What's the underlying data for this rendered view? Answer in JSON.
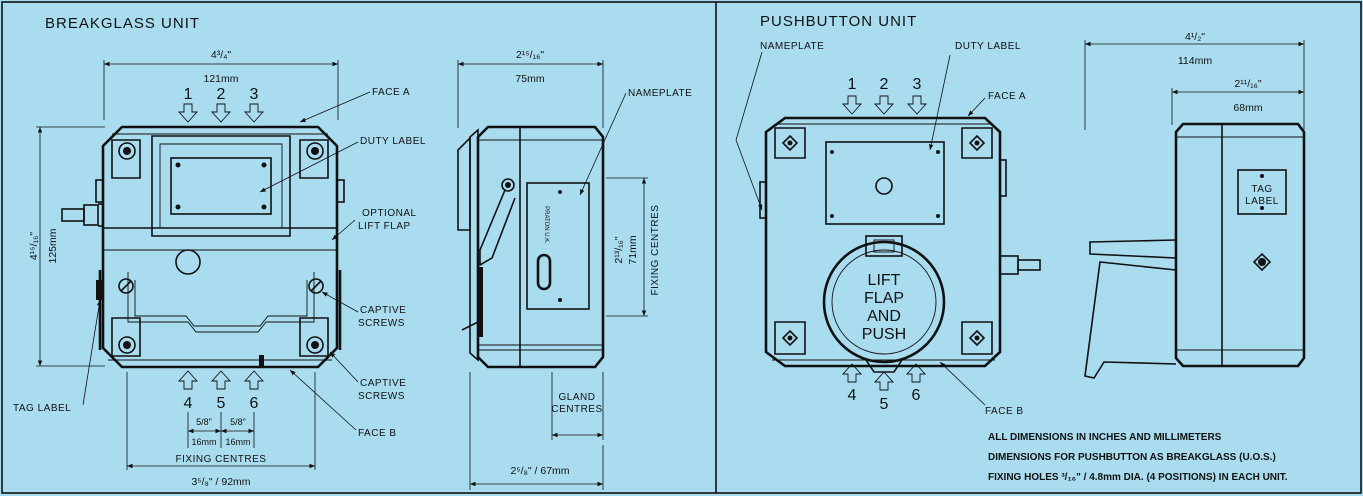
{
  "left_panel": {
    "title": "BREAKGLASS UNIT",
    "width_in": "4³/₄\"",
    "width_mm": "121mm",
    "height_in": "4¹⁵/₁₆\"",
    "height_mm": "125mm",
    "top_numbers": [
      "1",
      "2",
      "3"
    ],
    "bottom_numbers": [
      "4",
      "5",
      "6"
    ],
    "face_a": "FACE A",
    "duty_label": "DUTY LABEL",
    "optional_lift_flap_1": "OPTIONAL",
    "optional_lift_flap_2": "LIFT FLAP",
    "captive_screws_1a": "CAPTIVE",
    "captive_screws_1b": "SCREWS",
    "captive_screws_2a": "CAPTIVE",
    "captive_screws_2b": "SCREWS",
    "tag_label": "TAG LABEL",
    "face_b": "FACE B",
    "spacing_in": "5/8\"",
    "spacing_mm": "16mm",
    "fixing_centres": "FIXING CENTRES",
    "fixing_dim": "3⁵/₈\" / 92mm"
  },
  "side_view": {
    "depth_in": "2¹⁵/₁₆\"",
    "depth_mm": "75mm",
    "nameplate": "NAMEPLATE",
    "nameplate_text": "PRATON U.K.",
    "fixing_in": "2¹³/₁₆\"",
    "fixing_mm": "71mm",
    "fixing_centres": "FIXING CENTRES",
    "gland_1": "GLAND",
    "gland_2": "CENTRES",
    "bottom_dim": "2⁵/₈\" / 67mm"
  },
  "right_panel": {
    "title": "PUSHBUTTON UNIT",
    "nameplate": "NAMEPLATE",
    "duty_label": "DUTY LABEL",
    "face_a": "FACE A",
    "face_b": "FACE B",
    "top_numbers": [
      "1",
      "2",
      "3"
    ],
    "bottom_numbers": [
      "4",
      "5",
      "6"
    ],
    "flap_text": [
      "LIFT",
      "FLAP",
      "AND",
      "PUSH"
    ],
    "width_in": "4¹/₂\"",
    "width_mm": "114mm",
    "depth_in": "2¹¹/₁₆\"",
    "depth_mm": "68mm",
    "tag_1": "TAG",
    "tag_2": "LABEL"
  },
  "notes": [
    "ALL DIMENSIONS IN INCHES AND MILLIMETERS",
    "DIMENSIONS FOR PUSHBUTTON AS BREAKGLASS (U.O.S.)",
    "FIXING HOLES ³/₁₆\" / 4.8mm DIA. (4 POSITIONS) IN EACH UNIT."
  ],
  "colors": {
    "background": "#a9dcef",
    "ink": "#111111"
  }
}
